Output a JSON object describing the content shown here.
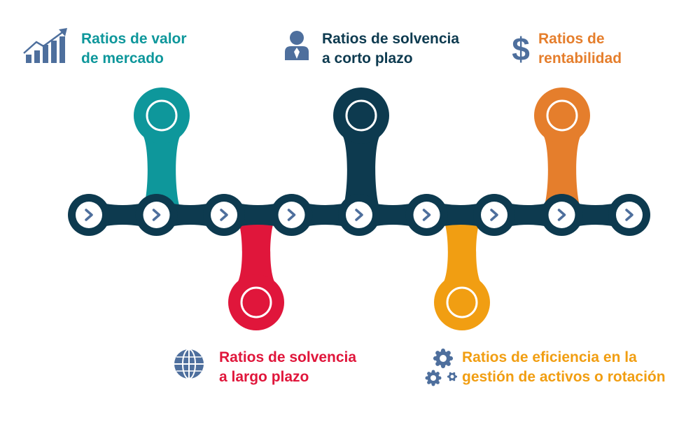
{
  "colors": {
    "teal": "#0e979b",
    "navy": "#0d3a4f",
    "orange": "#e57e2c",
    "red": "#e0163b",
    "amber": "#f19e12",
    "chain_dark": "#0d3a4f",
    "icon_blue": "#4e6f9d"
  },
  "items": [
    {
      "id": "valor-mercado",
      "line1": "Ratios de valor",
      "line2": "de mercado",
      "color": "#0e979b",
      "icon": "bar-chart-growth-icon"
    },
    {
      "id": "solvencia-corto",
      "line1": "Ratios de solvencia",
      "line2": "a corto plazo",
      "color": "#0d3a4f",
      "icon": "person-icon"
    },
    {
      "id": "rentabilidad",
      "line1": "Ratios de",
      "line2": "rentabilidad",
      "color": "#e57e2c",
      "icon": "dollar-icon"
    },
    {
      "id": "solvencia-largo",
      "line1": "Ratios de solvencia",
      "line2": "a largo plazo",
      "color": "#e0163b",
      "icon": "globe-icon"
    },
    {
      "id": "eficiencia",
      "line1": "Ratios de eficiencia en la",
      "line2": "gestión de activos o rotación",
      "color": "#f19e12",
      "icon": "gears-icon"
    }
  ],
  "chain": {
    "link_count": 9,
    "arrow_glyph": ">"
  }
}
